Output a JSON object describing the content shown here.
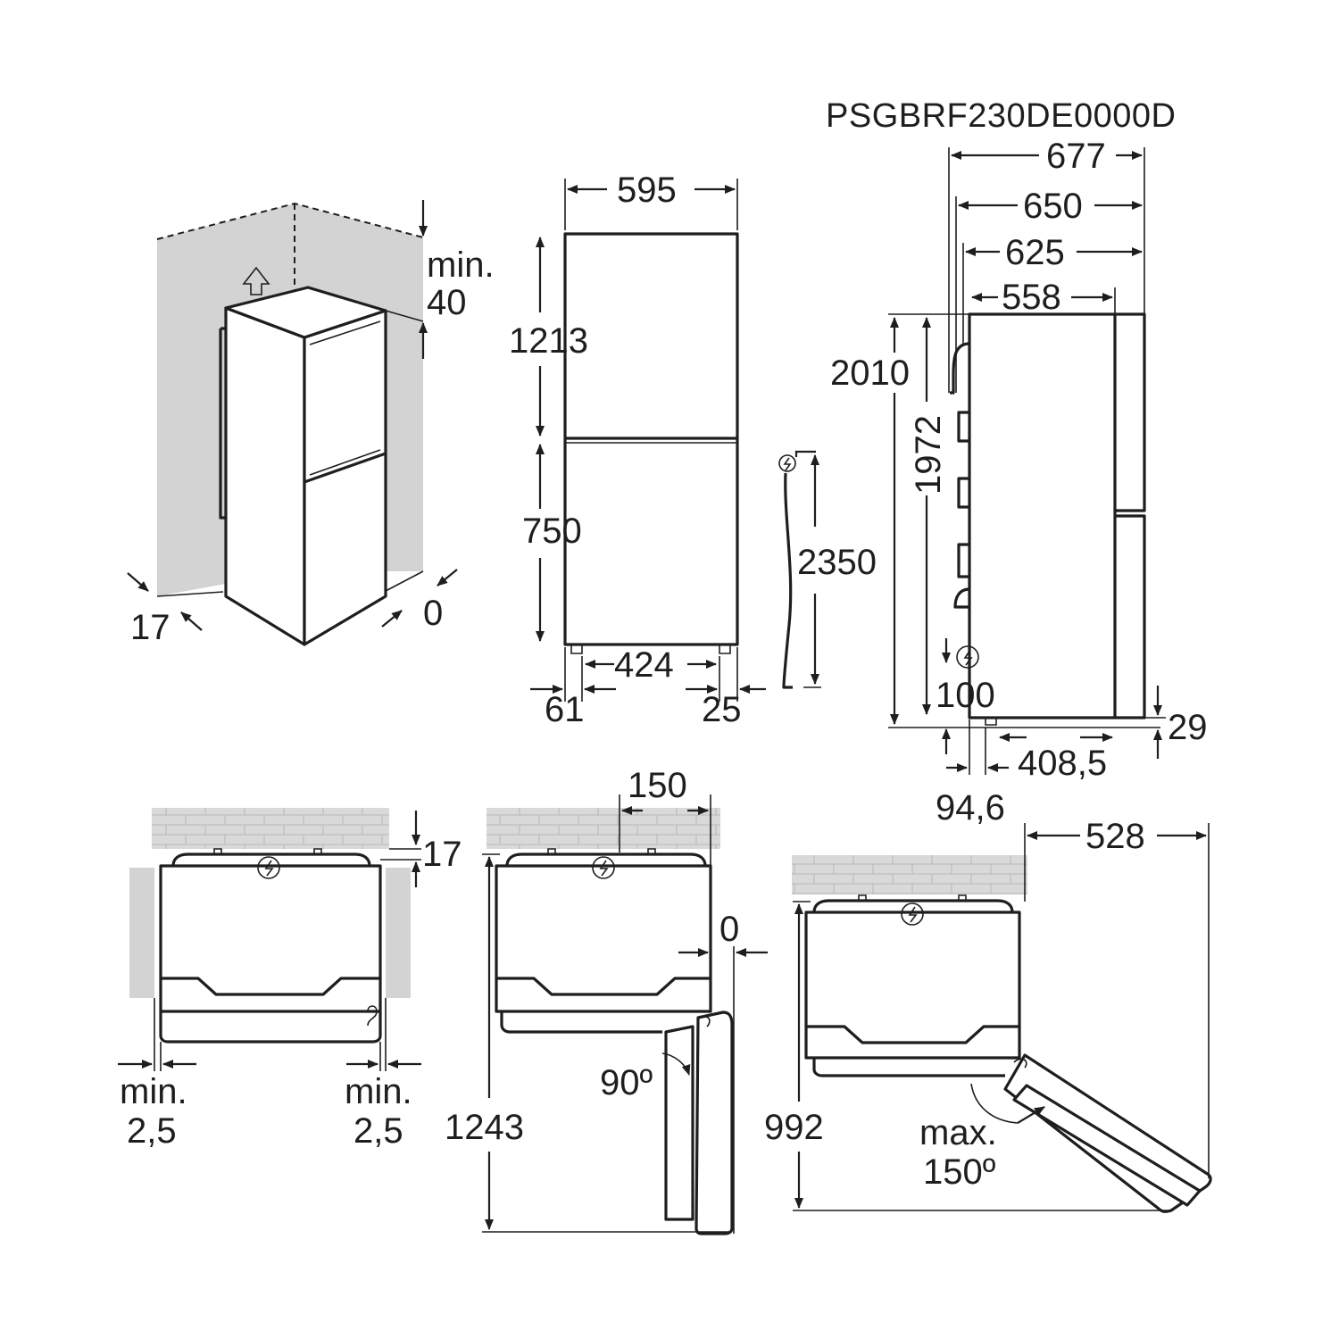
{
  "model_code": "PSGBRF230DE0000D",
  "isometric": {
    "top_clearance_line1": "min.",
    "top_clearance_line2": "40",
    "left_gap": "17",
    "right_gap": "0"
  },
  "front_view": {
    "width": "595",
    "upper_height": "1213",
    "lower_height": "750",
    "feet_span": "424",
    "left_foot_offset": "61",
    "right_foot_offset": "25",
    "cable_length": "2350"
  },
  "side_view": {
    "depth_677": "677",
    "depth_650": "650",
    "depth_625": "625",
    "depth_558": "558",
    "height_2010": "2010",
    "height_1972": "1972",
    "socket_height": "100",
    "foot_adjust": "29",
    "rear_feet": "408,5",
    "rear_offset": "94,6"
  },
  "top_view_a": {
    "wall_gap": "17",
    "side_min_left_line1": "min.",
    "side_min_left_line2": "2,5",
    "side_min_right_line1": "min.",
    "side_min_right_line2": "2,5"
  },
  "top_view_b": {
    "hinge_offset": "150",
    "side_gap": "0",
    "door_angle": "90º",
    "open_depth": "1243"
  },
  "top_view_c": {
    "door_width": "528",
    "open_depth": "992",
    "angle_line1": "max.",
    "angle_line2": "150º"
  },
  "icons": [
    "upward-arrow-icon",
    "plug-icon",
    "power-symbol-icon"
  ]
}
